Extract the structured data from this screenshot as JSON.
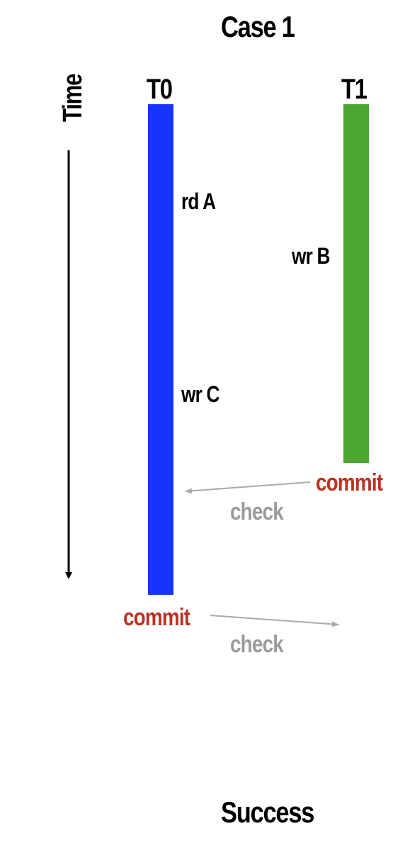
{
  "title": "Case 1",
  "footer": "Success",
  "time_axis": {
    "label": "Time",
    "direction": "down"
  },
  "transactions": [
    {
      "id": "T0",
      "color": "#1833FA",
      "operations": [
        "rd A",
        "wr C"
      ]
    },
    {
      "id": "T1",
      "color": "#4AA630",
      "operations": [
        "wr B"
      ]
    }
  ],
  "commit_label": "commit",
  "check_label": "check",
  "colors": {
    "text": "#000000",
    "commit": "#B93321",
    "check": "#9B9B9B",
    "arrow": "#A9A9A9"
  }
}
